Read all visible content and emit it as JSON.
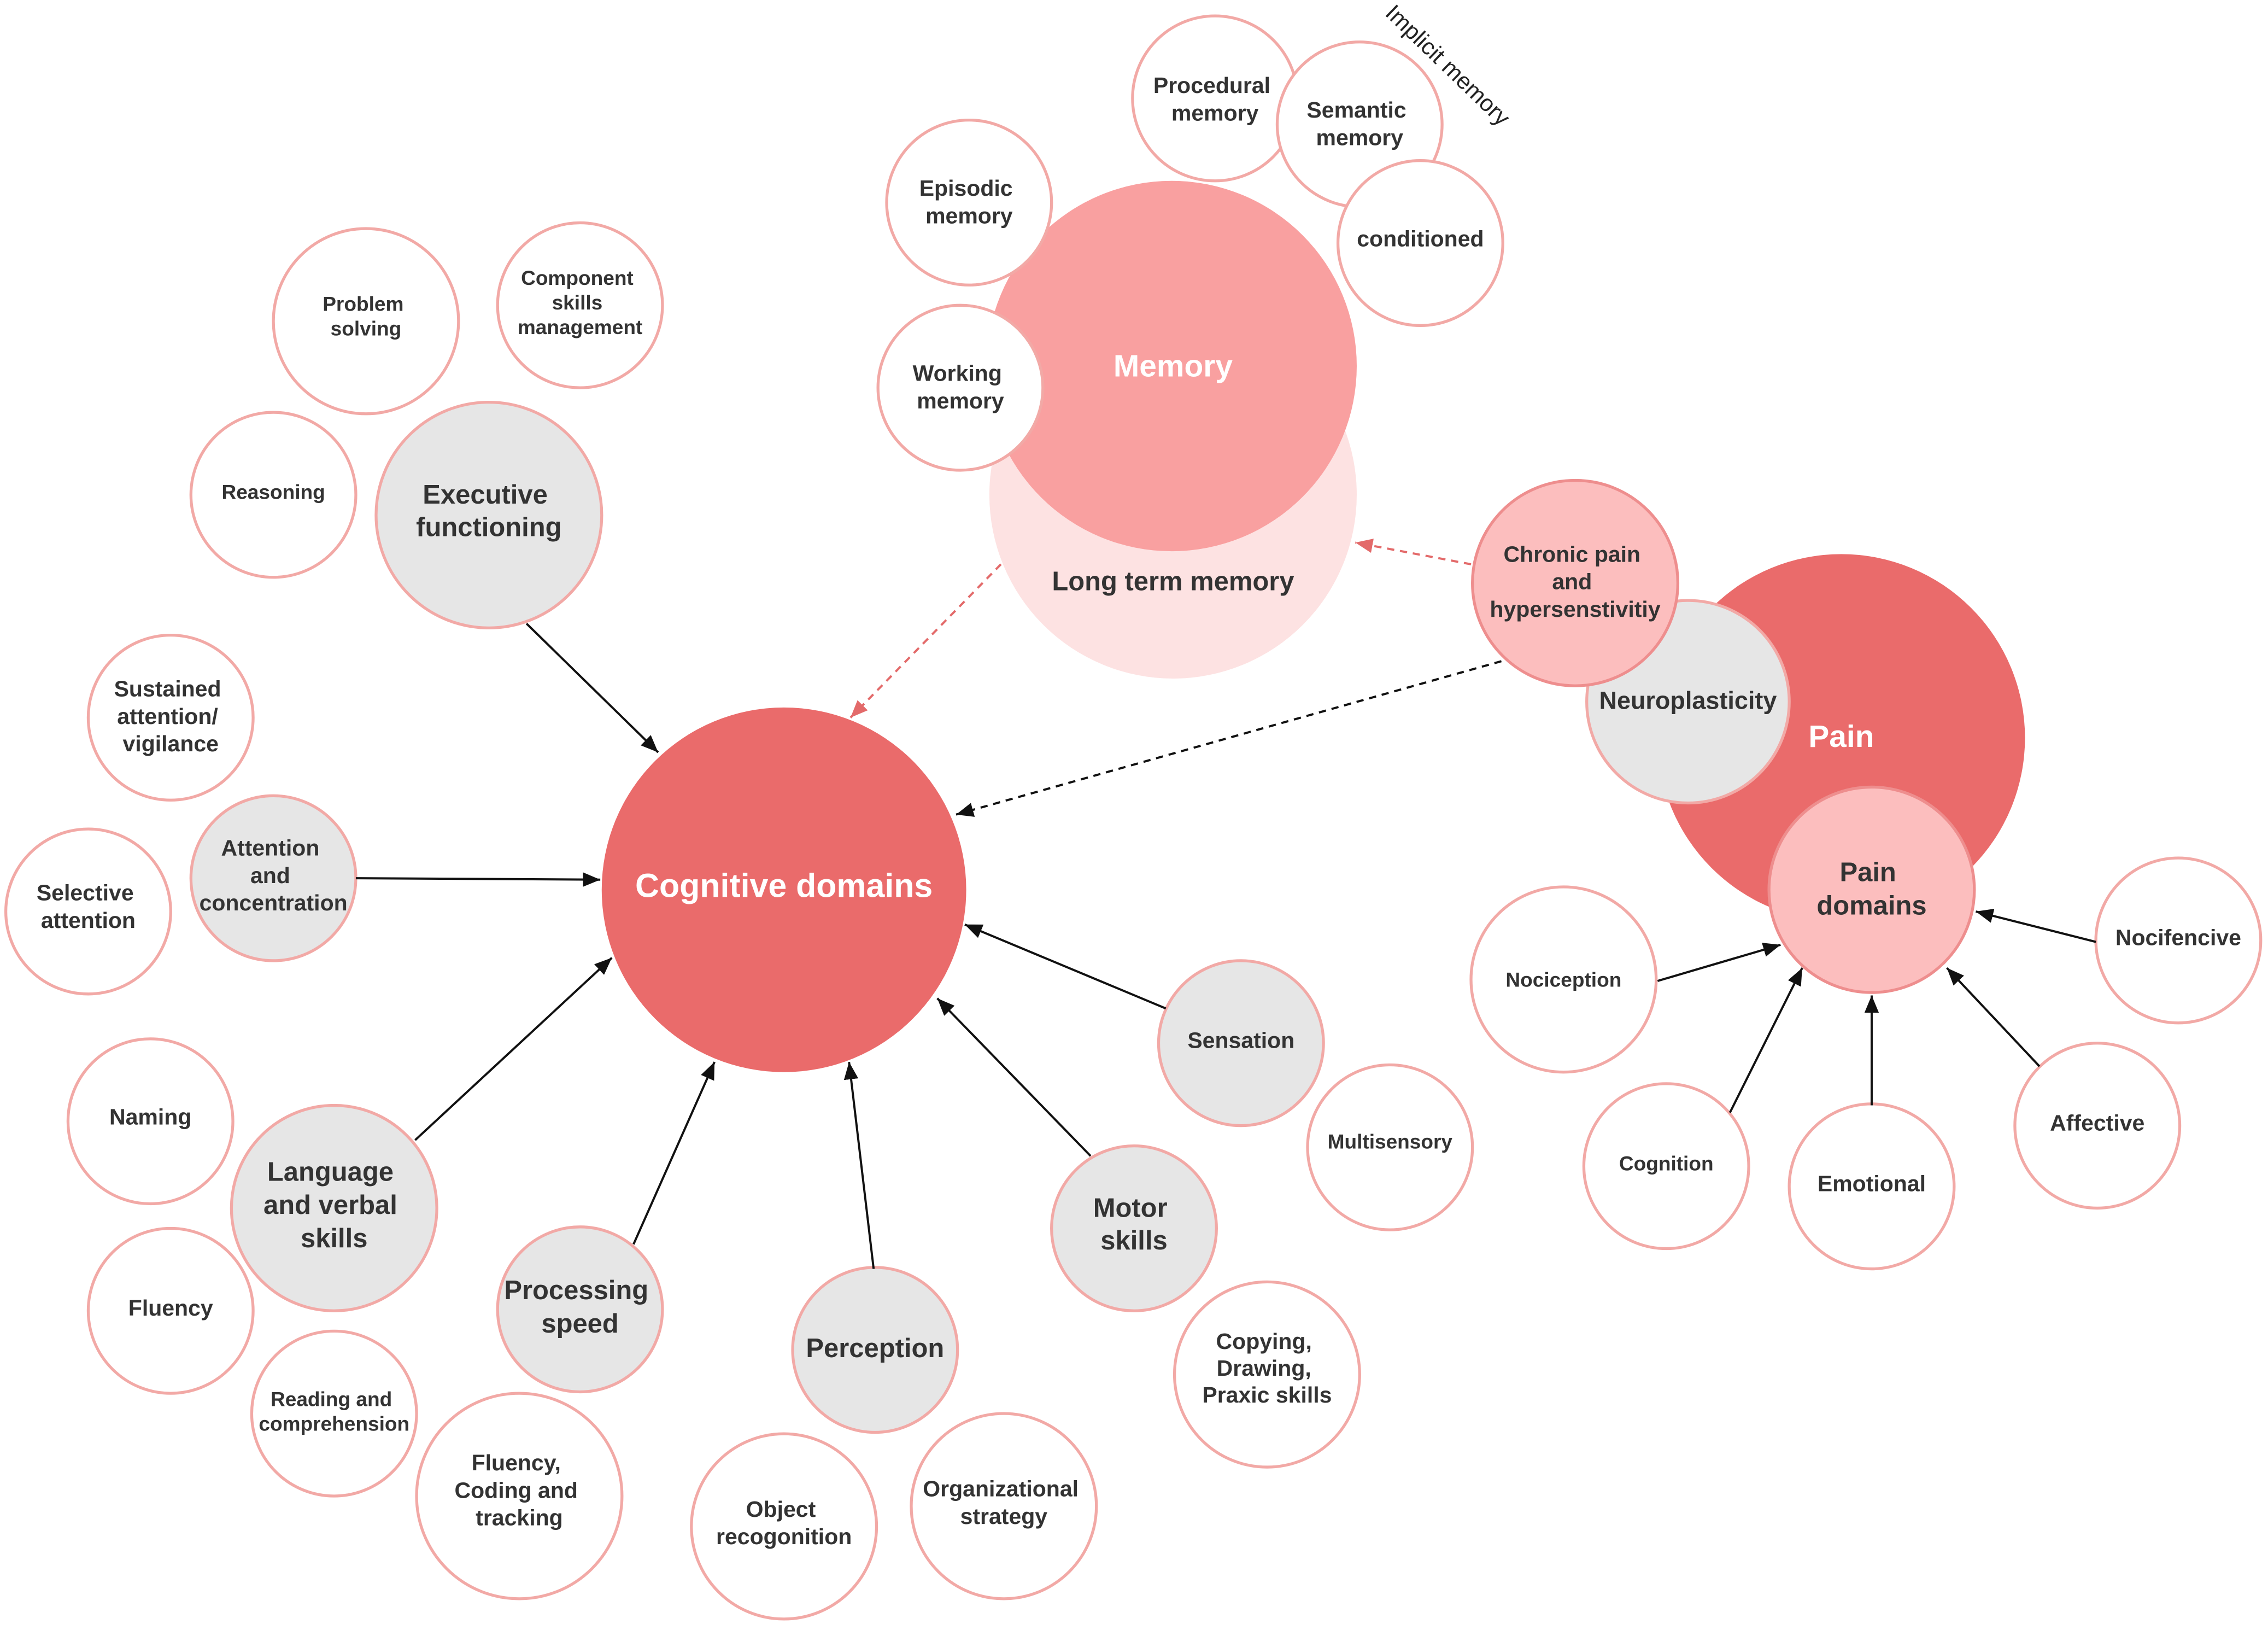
{
  "nodes": {
    "cognitive_domains": [
      "Cognitive domains"
    ],
    "memory": [
      "Memory"
    ],
    "long_term_memory": [
      "Long term memory"
    ],
    "episodic_memory": [
      "Episodic",
      "memory"
    ],
    "working_memory": [
      "Working",
      "memory"
    ],
    "procedural_memory": [
      "Procedural",
      "memory"
    ],
    "semantic_memory": [
      "Semantic",
      "memory"
    ],
    "conditioned": [
      "conditioned"
    ],
    "pain": [
      "Pain"
    ],
    "neuroplasticity": [
      "Neuroplasticity"
    ],
    "chronic_pain_hypersensitivity": [
      "Chronic pain",
      "and",
      "hypersenstivitiy"
    ],
    "pain_domains": [
      "Pain",
      "domains"
    ],
    "nociception": [
      "Nociception"
    ],
    "cognition": [
      "Cognition"
    ],
    "emotional": [
      "Emotional"
    ],
    "affective": [
      "Affective"
    ],
    "nocifencive": [
      "Nocifencive"
    ],
    "executive_functioning": [
      "Executive",
      "functioning"
    ],
    "problem_solving": [
      "Problem",
      "solving"
    ],
    "component_skills_management": [
      "Component",
      "skills",
      "management"
    ],
    "reasoning": [
      "Reasoning"
    ],
    "sustained_attention": [
      "Sustained",
      "attention/",
      "vigilance"
    ],
    "selective_attention": [
      "Selective",
      "attention"
    ],
    "attention_concentration": [
      "Attention",
      "and",
      "concentration"
    ],
    "naming": [
      "Naming"
    ],
    "fluency": [
      "Fluency"
    ],
    "language_verbal_skills": [
      "Language",
      "and verbal",
      "skills"
    ],
    "reading_comprehension": [
      "Reading and",
      "comprehension"
    ],
    "processing_speed": [
      "Processing",
      "speed"
    ],
    "fluency_coding_tracking": [
      "Fluency,",
      "Coding and",
      "tracking"
    ],
    "perception": [
      "Perception"
    ],
    "object_recognition": [
      "Object",
      "recogonition"
    ],
    "organizational_strategy": [
      "Organizational",
      "strategy"
    ],
    "motor_skills": [
      "Motor",
      "skills"
    ],
    "copying_drawing_praxic": [
      "Copying,",
      "Drawing,",
      "Praxic skills"
    ],
    "sensation": [
      "Sensation"
    ],
    "multisensory": [
      "Multisensory"
    ]
  },
  "annotations": {
    "implicit_memory": "Implicit memory"
  },
  "colors": {
    "core": "#EA6B6B",
    "pain": "#EA6B6B",
    "memory": "#F9A0A0",
    "long-term": "#FDE2E2",
    "highlight": "#FCBEBE",
    "category": "#E6E6E6",
    "leaf": "#FFFFFF",
    "stroke": "#F2A9A6",
    "highlight-stroke": "#EE8E8E",
    "text": "#333333",
    "arrow": "#111111",
    "dash-pink": "#E36A6A"
  }
}
